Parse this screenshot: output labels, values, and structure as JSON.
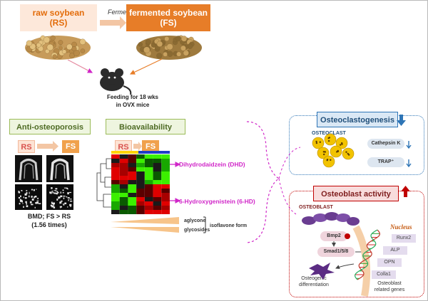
{
  "feeding": {
    "raw_label_line1": "raw soybean",
    "raw_label_line2": "(RS)",
    "fermentation": "Fermentation",
    "fermented_label_line1": "fermented soybean",
    "fermented_label_line2": "(FS)",
    "feed_line1": "Feeding for 18 wks",
    "feed_line2": "in OVX mice"
  },
  "anti_osteoporosis": {
    "title": "Anti-osteoporosis",
    "rs_tag": "RS",
    "fs_tag": "FS",
    "bmd_line1": "BMD; FS > RS",
    "bmd_line2": "(1.56 times)"
  },
  "bioavailability": {
    "title": "Bioavailability",
    "rs_tag": "RS",
    "fs_tag": "FS",
    "dhd": "Dihydrodaidzein (DHD)",
    "hd": "6-Hydroxygenistein (6-HD)",
    "aglycone": "aglycone",
    "glycosides": "glycosides",
    "isoflavone": "isoflavone form"
  },
  "osteoclast_panel": {
    "title": "Osteoclastogenesis",
    "cell_label": "OSTEOCLAST",
    "marker1": "Cathepsin K",
    "marker2": "TRAP⁺"
  },
  "osteoblast_panel": {
    "title": "Osteoblast activity",
    "cell_label": "OSTEOBLAST",
    "bmp2": "Bmp2",
    "smad": "Smad1/5/8",
    "nucleus": "Nucleus",
    "diff_line1": "Osteogenic",
    "diff_line2": "differentiation",
    "genes": [
      "Runx2",
      "ALP",
      "OPN",
      "Colla1"
    ],
    "related_line1": "Osteoblast",
    "related_line2": "related genes"
  },
  "colors": {
    "orange": "#e77d28",
    "pink": "#d026c8",
    "blue": "#2e75b6",
    "red": "#c00000",
    "green": "#9bbb59"
  }
}
